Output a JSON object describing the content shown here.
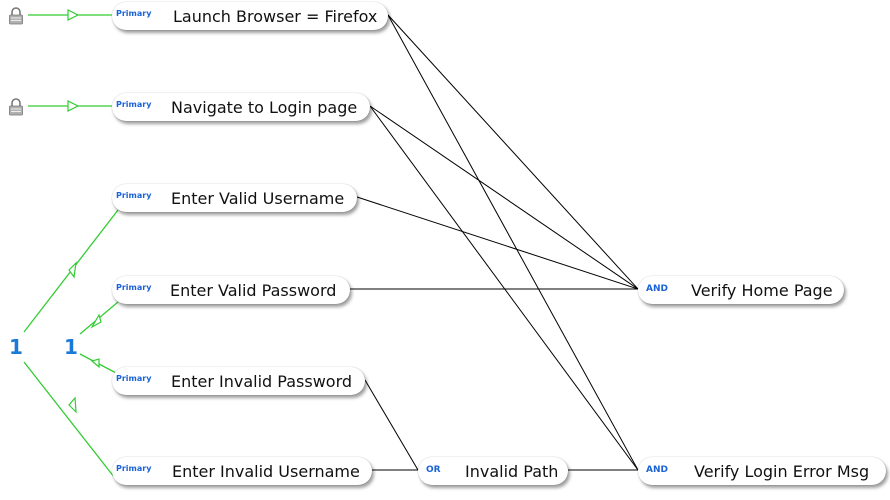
{
  "nodes": {
    "launch_browser": {
      "tag": "Primary",
      "label": "Launch Browser = Firefox"
    },
    "navigate_login": {
      "tag": "Primary",
      "label": "Navigate to Login page"
    },
    "valid_username": {
      "tag": "Primary",
      "label": "Enter Valid Username"
    },
    "valid_password": {
      "tag": "Primary",
      "label": "Enter Valid Password"
    },
    "invalid_password": {
      "tag": "Primary",
      "label": "Enter Invalid Password"
    },
    "invalid_username": {
      "tag": "Primary",
      "label": "Enter Invalid Username"
    },
    "invalid_path": {
      "tag": "OR",
      "label": "Invalid Path"
    },
    "verify_home": {
      "tag": "AND",
      "label": "Verify Home Page"
    },
    "verify_error": {
      "tag": "AND",
      "label": "Verify Login Error Msg"
    }
  },
  "counts": {
    "outer": "1",
    "inner": "1"
  },
  "colors": {
    "tag_blue": "#1a63d8",
    "count_blue": "#1a7ad8",
    "wire_green": "#33cc33",
    "wire_black": "#000000"
  },
  "icons": {
    "lock_1": "lock-icon",
    "lock_2": "lock-icon"
  }
}
